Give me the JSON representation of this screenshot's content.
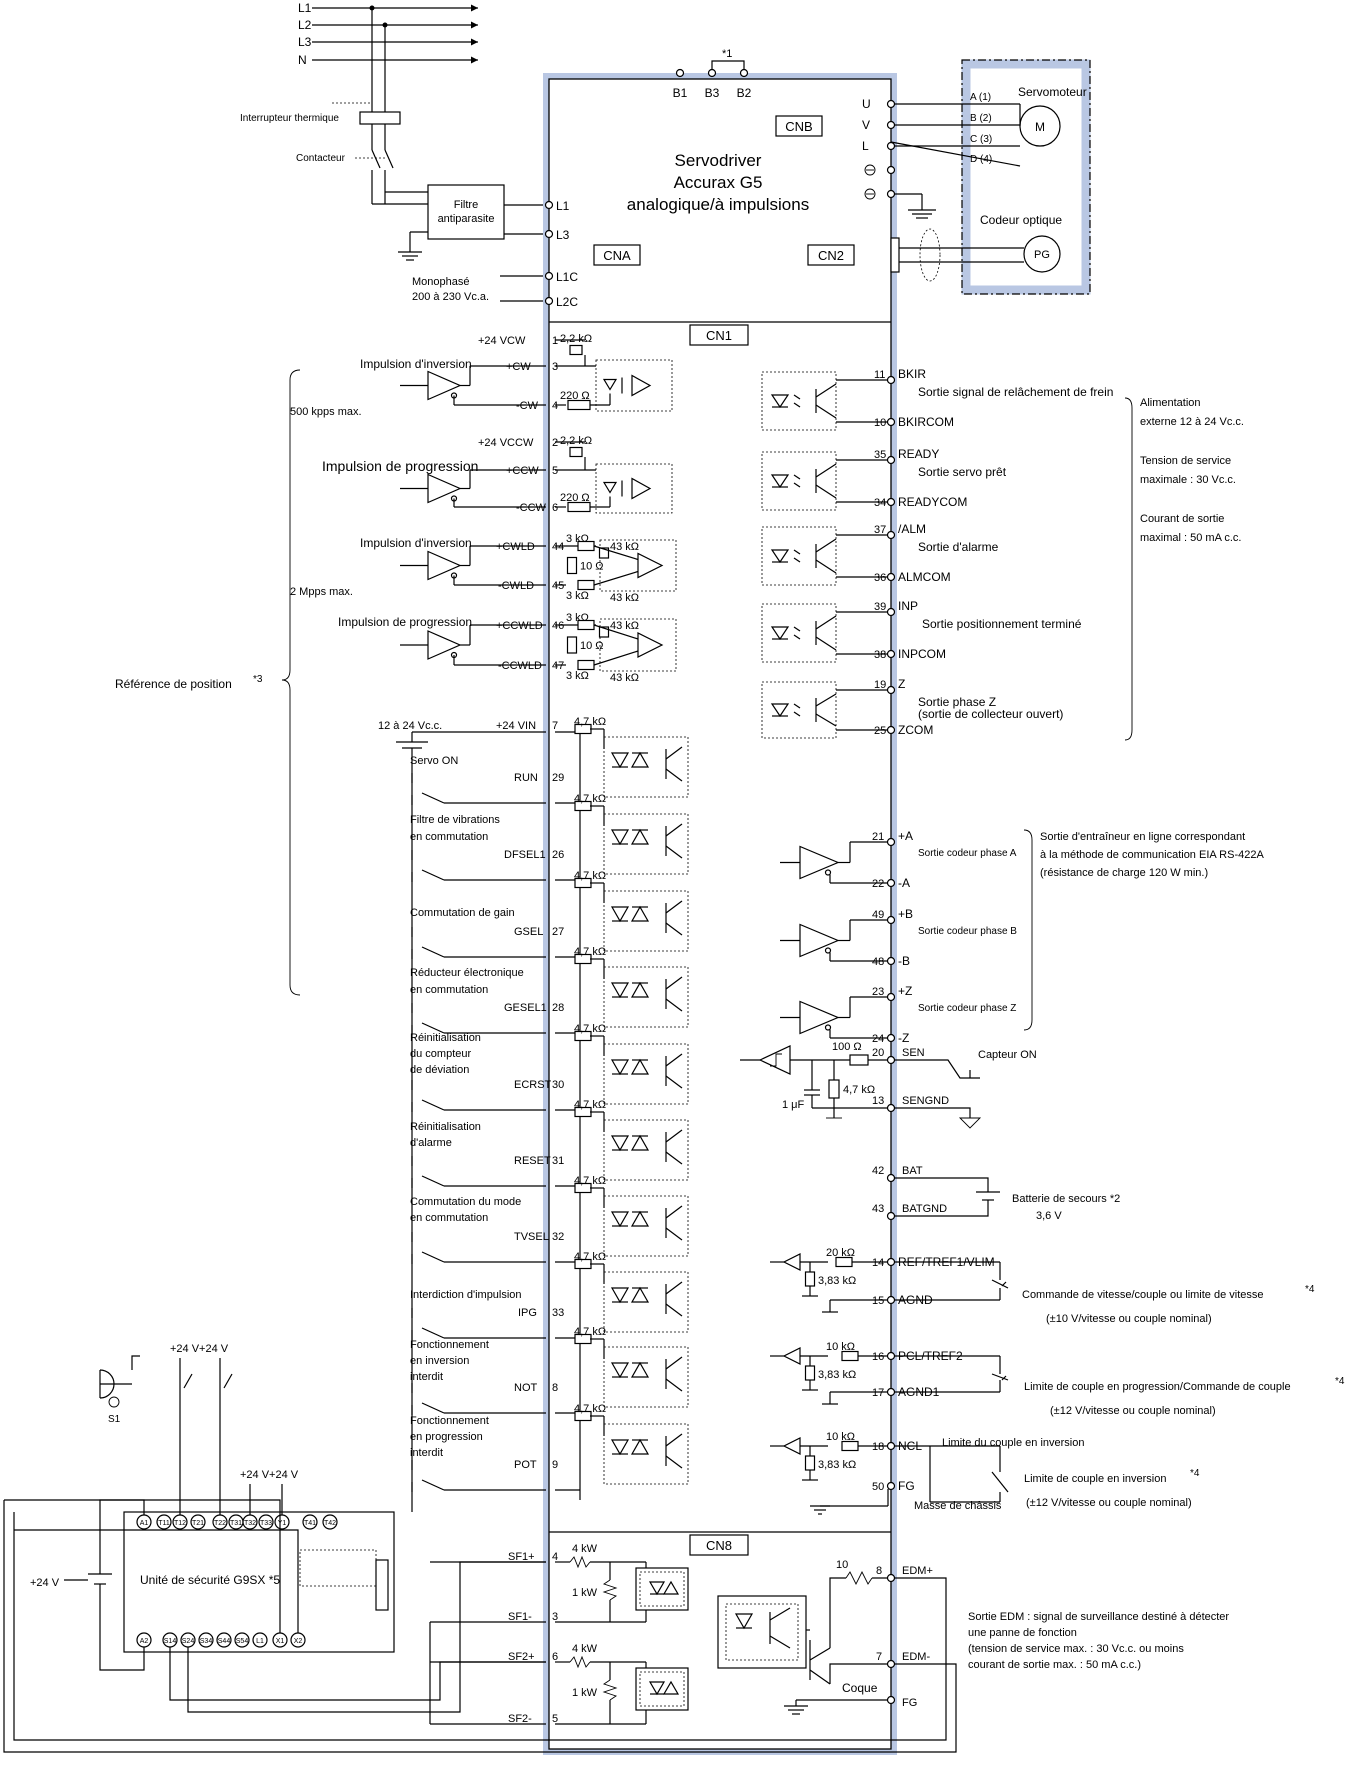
{
  "supply": {
    "lines": [
      "L1",
      "L2",
      "L3",
      "N"
    ]
  },
  "labels": {
    "thermal_switch": "Interrupteur thermique",
    "contactor": "Contacteur",
    "filter_line1": "Filtre",
    "filter_line2": "antiparasite",
    "mono_line1": "Monophasé",
    "mono_line2": "200 à 230  Vc.a.",
    "note1": "*1",
    "cnb": "CNB",
    "cna": "CNA",
    "cn2": "CN2",
    "cn1": "CN1",
    "cn8": "CN8",
    "servo_line1": "Servodriver",
    "servo_line2": "Accurax G5",
    "servo_line3": "analogique/à impulsions",
    "motor": "Servomoteur",
    "motor_m": "M",
    "encoder": "Codeur optique",
    "encoder_pg": "PG",
    "ref_position": "Référence de position",
    "ref_note": "*3",
    "kpps": "500  kpps max.",
    "mpps": "2  Mpps max.",
    "pulse_inv": "Impulsion d'inversion",
    "pulse_prog": "Impulsion de progression",
    "pulse_inv2": "Impulsion d'inversion",
    "pulse_prog2": "Impulsion de progression",
    "res_22k": "2,2  kΩ",
    "res_22k_b": "2,2  kΩ",
    "res_220": "220  Ω",
    "res_220_b": "220  Ω",
    "res_3k": "3  kΩ",
    "res_43k": "43  kΩ",
    "res_10": "10  Ω",
    "res_47k": "4,7  kΩ",
    "vdc_12_24": "12 à 24  Vc.c.",
    "supply_ext": [
      "Alimentation",
      "externe 12 à 24  Vc.c."
    ],
    "supply_volt": [
      "Tension de service",
      "maximale  : 30  Vc.c."
    ],
    "supply_curr": [
      "Courant de sortie",
      "maximal  : 50  mA  c.c."
    ],
    "line_driver": [
      "Sortie d'entraîneur en ligne correspondant",
      "à la méthode de communication EIA RS-422A",
      "(résistance de charge 120  W min.)"
    ],
    "sens_100": "100  Ω",
    "sens_47k": "4,7  kΩ",
    "sens_cap": "1  μF",
    "sensor_on": "Capteur ON",
    "battery": "Batterie de secours *2",
    "battery_v": "3,6  V",
    "ana_20k": "20  kΩ",
    "ana_383": "3,83  kΩ",
    "ana_10k": "10  kΩ",
    "speed_cmd": "Commande de vitesse/couple ou limite de vitesse",
    "speed_note": "*4",
    "speed_range": "(±10  V/vitesse ou couple nominal)",
    "torque_prog": "Limite de couple en progression/Commande de couple",
    "torque_note": "*4",
    "torque_range": "(±12  V/vitesse ou couple nominal)",
    "torque_inv_top": "Limite du couple en inversion",
    "torque_inv": "Limite de couple en inversion",
    "torque_inv_note": "*4",
    "chassis": "Masse de châssis",
    "chassis_range": "(±12  V/vitesse ou couple nominal)",
    "safety_unit": "Unité de sécurité G9SX *5",
    "v24": "+24  V",
    "v24_pair": "+24  V+24  V",
    "s1": "S1",
    "sf_4kw": "4  kW",
    "sf_1kw": "1  kW",
    "edm_10": "10",
    "coque": "Coque",
    "edm_desc": [
      "Sortie EDM  : signal de surveillance destiné à détecter",
      "une panne de fonction",
      "(tension de service max.  : 30  Vc.c. ou moins",
      "courant de sortie max.  : 50  mA  c.c.)"
    ]
  },
  "brake_pins": [
    "B1",
    "B3",
    "B2"
  ],
  "motor_pins": [
    {
      "pin": "U",
      "wire": "A (1)"
    },
    {
      "pin": "V",
      "wire": "B (2)"
    },
    {
      "pin": "L",
      "wire": "C (3)"
    },
    {
      "pin": "",
      "wire": "D (4)"
    }
  ],
  "power_pins": [
    "L1",
    "L3",
    "L1C",
    "L2C"
  ],
  "pulse_inputs": [
    {
      "top_num": "1",
      "top_sig": "+24  VCW",
      "plus_num": "3",
      "plus_sig": "+CW",
      "minus_num": "4",
      "minus_sig": "-CW"
    },
    {
      "top_num": "2",
      "top_sig": "+24  VCCW",
      "plus_num": "5",
      "plus_sig": "+CCW",
      "minus_num": "6",
      "minus_sig": "-CCW"
    },
    {
      "plus_num": "44",
      "plus_sig": "+CWLD",
      "minus_num": "45",
      "minus_sig": "-CWLD"
    },
    {
      "plus_num": "46",
      "plus_sig": "+CCWLD",
      "minus_num": "47",
      "minus_sig": "-CCWLD"
    }
  ],
  "vin": {
    "num": "7",
    "sig": "+24 VIN"
  },
  "inputs": [
    {
      "label": [
        "Servo ON"
      ],
      "sig": "RUN",
      "num": "29"
    },
    {
      "label": [
        "Filtre de vibrations",
        "en commutation"
      ],
      "sig": "DFSEL1",
      "num": "26"
    },
    {
      "label": [
        "Commutation de gain"
      ],
      "sig": "GSEL",
      "num": "27"
    },
    {
      "label": [
        "Réducteur électronique",
        "en commutation"
      ],
      "sig": "GESEL1",
      "num": "28"
    },
    {
      "label": [
        "Réinitialisation",
        "du compteur",
        "de déviation"
      ],
      "sig": "ECRST",
      "num": "30"
    },
    {
      "label": [
        "Réinitialisation",
        "d'alarme"
      ],
      "sig": "RESET",
      "num": "31"
    },
    {
      "label": [
        "Commutation du mode",
        "en commutation"
      ],
      "sig": "TVSEL",
      "num": "32"
    },
    {
      "label": [
        "Interdiction d'impulsion"
      ],
      "sig": "IPG",
      "num": "33"
    },
    {
      "label": [
        "Fonctionnement",
        "en inversion",
        "interdit"
      ],
      "sig": "NOT",
      "num": "8"
    },
    {
      "label": [
        "Fonctionnement",
        "en progression",
        "interdit"
      ],
      "sig": "POT",
      "num": "9"
    }
  ],
  "outputs": [
    {
      "n1": "11",
      "s1": "BKIR",
      "desc": [
        "Sortie signal de relâchement de frein"
      ],
      "n2": "10",
      "s2": "BKIRCOM"
    },
    {
      "n1": "35",
      "s1": "READY",
      "desc": [
        "Sortie servo prêt"
      ],
      "n2": "34",
      "s2": "READYCOM"
    },
    {
      "n1": "37",
      "s1": "/ALM",
      "desc": [
        "Sortie d'alarme"
      ],
      "n2": "36",
      "s2": "ALMCOM"
    },
    {
      "n1": "39",
      "s1": "INP",
      "desc": [
        "Sortie positionnement terminé"
      ],
      "n2": "38",
      "s2": "INPCOM"
    },
    {
      "n1": "19",
      "s1": "Z",
      "desc": [
        "Sortie phase Z",
        "(sortie de collecteur ouvert)"
      ],
      "n2": "25",
      "s2": "ZCOM"
    }
  ],
  "encoder_outputs": [
    {
      "n1": "21",
      "s1": "+A",
      "desc": "Sortie codeur phase A",
      "n2": "22",
      "s2": "-A"
    },
    {
      "n1": "49",
      "s1": "+B",
      "desc": "Sortie codeur phase B",
      "n2": "48",
      "s2": "-B"
    },
    {
      "n1": "23",
      "s1": "+Z",
      "desc": "Sortie codeur phase Z",
      "n2": "24",
      "s2": "-Z"
    }
  ],
  "sensor_pins": [
    {
      "n": "20",
      "s": "SEN"
    },
    {
      "n": "13",
      "s": "SENGND"
    }
  ],
  "battery_pins": [
    {
      "n": "42",
      "s": "BAT"
    },
    {
      "n": "43",
      "s": "BATGND"
    }
  ],
  "analog_pins": [
    {
      "n": "14",
      "s": "REF/TREF1/VLIM"
    },
    {
      "n": "15",
      "s": "AGND"
    },
    {
      "n": "16",
      "s": "PCL/TREF2"
    },
    {
      "n": "17",
      "s": "AGND1"
    },
    {
      "n": "18",
      "s": "NCL"
    },
    {
      "n": "50",
      "s": "FG"
    }
  ],
  "cn8_pins": [
    {
      "n": "4",
      "s": "SF1+"
    },
    {
      "n": "3",
      "s": "SF1-"
    },
    {
      "n": "6",
      "s": "SF2+"
    },
    {
      "n": "5",
      "s": "SF2-"
    }
  ],
  "edm_pins": [
    {
      "n": "8",
      "s": "EDM+"
    },
    {
      "n": "7",
      "s": "EDM-"
    },
    {
      "n": "",
      "s": "FG"
    }
  ],
  "g9sx_top": [
    "A1",
    "T11",
    "T12",
    "T21",
    "T22",
    "T31",
    "T32",
    "T33",
    "Y1",
    "T41",
    "T42"
  ],
  "g9sx_bottom": [
    "A2",
    "S14",
    "S24",
    "S34",
    "S44",
    "S54",
    "L1",
    "X1",
    "X2"
  ]
}
